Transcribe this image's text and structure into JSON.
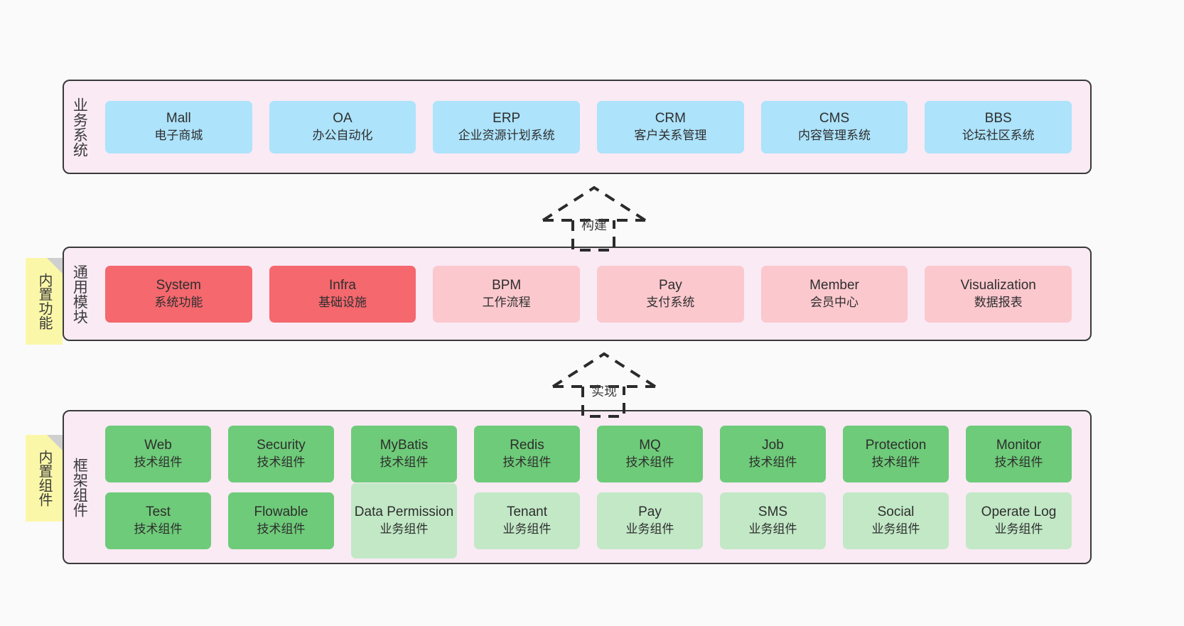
{
  "layers": [
    {
      "id": "business-systems",
      "caption": "业务系统",
      "note": null,
      "rows": [
        {
          "nodes": [
            {
              "en": "Mall",
              "cn": "电子商城",
              "color": "blue"
            },
            {
              "en": "OA",
              "cn": "办公自动化",
              "color": "blue"
            },
            {
              "en": "ERP",
              "cn": "企业资源计划系统",
              "color": "blue"
            },
            {
              "en": "CRM",
              "cn": "客户关系管理",
              "color": "blue"
            },
            {
              "en": "CMS",
              "cn": "内容管理系统",
              "color": "blue"
            },
            {
              "en": "BBS",
              "cn": "论坛社区系统",
              "color": "blue"
            }
          ]
        }
      ]
    },
    {
      "id": "common-modules",
      "caption": "通用模块",
      "note": "内置功能",
      "rows": [
        {
          "nodes": [
            {
              "en": "System",
              "cn": "系统功能",
              "color": "red"
            },
            {
              "en": "Infra",
              "cn": "基础设施",
              "color": "red"
            },
            {
              "en": "BPM",
              "cn": "工作流程",
              "color": "pink"
            },
            {
              "en": "Pay",
              "cn": "支付系统",
              "color": "pink"
            },
            {
              "en": "Member",
              "cn": "会员中心",
              "color": "pink"
            },
            {
              "en": "Visualization",
              "cn": "数据报表",
              "color": "pink"
            }
          ]
        }
      ]
    },
    {
      "id": "framework-components",
      "caption": "框架组件",
      "note": "内置组件",
      "rows": [
        {
          "nodes": [
            {
              "en": "Web",
              "cn": "技术组件",
              "color": "green"
            },
            {
              "en": "Security",
              "cn": "技术组件",
              "color": "green"
            },
            {
              "en": "MyBatis",
              "cn": "技术组件",
              "color": "green"
            },
            {
              "en": "Redis",
              "cn": "技术组件",
              "color": "green"
            },
            {
              "en": "MQ",
              "cn": "技术组件",
              "color": "green"
            },
            {
              "en": "Job",
              "cn": "技术组件",
              "color": "green"
            },
            {
              "en": "Protection",
              "cn": "技术组件",
              "color": "green"
            },
            {
              "en": "Monitor",
              "cn": "技术组件",
              "color": "green"
            }
          ]
        },
        {
          "nodes": [
            {
              "en": "Test",
              "cn": "技术组件",
              "color": "green"
            },
            {
              "en": "Flowable",
              "cn": "技术组件",
              "color": "green"
            },
            {
              "en": "Data Permission",
              "cn": "业务组件",
              "color": "lgreen",
              "wrap": true
            },
            {
              "en": "Tenant",
              "cn": "业务组件",
              "color": "lgreen"
            },
            {
              "en": "Pay",
              "cn": "业务组件",
              "color": "lgreen"
            },
            {
              "en": "SMS",
              "cn": "业务组件",
              "color": "lgreen"
            },
            {
              "en": "Social",
              "cn": "业务组件",
              "color": "lgreen"
            },
            {
              "en": "Operate Log",
              "cn": "业务组件",
              "color": "lgreen"
            }
          ]
        }
      ]
    }
  ],
  "connectors": [
    {
      "id": "build",
      "label": "构建"
    },
    {
      "id": "implement",
      "label": "实现"
    }
  ],
  "colors": {
    "background": "#fafafa",
    "band_fill": "#f9eaf4",
    "band_border": "#3a3a3a",
    "blue": "#ade3fb",
    "red": "#f4686e",
    "pink": "#fbc8ce",
    "green": "#6ecb79",
    "light_green": "#c2e8c6",
    "note_fill": "#fbf7a8",
    "note_fold": "#cfcfcf",
    "text": "#2e2e2e"
  }
}
